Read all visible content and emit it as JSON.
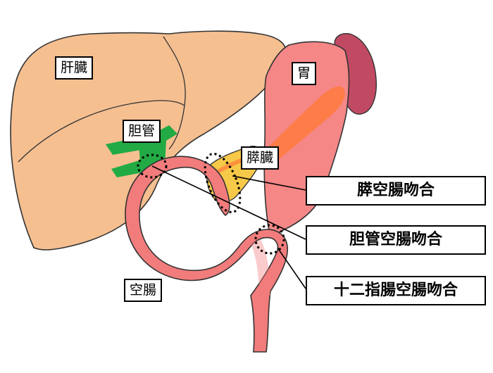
{
  "organs": {
    "liver": "肝臓",
    "bile_duct": "胆管",
    "stomach": "胃",
    "pancreas": "膵臓",
    "jejunum": "空腸"
  },
  "anastomoses": {
    "pancreaticojejunostomy": "膵空腸吻合",
    "choledochojejunostomy": "胆管空腸吻合",
    "duodenojejunostomy": "十二指腸空腸吻合"
  },
  "colors": {
    "liver": "#f5bf90",
    "stomach": "#f58787",
    "spleen": "#c04a62",
    "pancreas": "#f7c948",
    "duct": "#ff7a3c",
    "bile_duct": "#22aa44",
    "intestine": "#f27c7c"
  }
}
